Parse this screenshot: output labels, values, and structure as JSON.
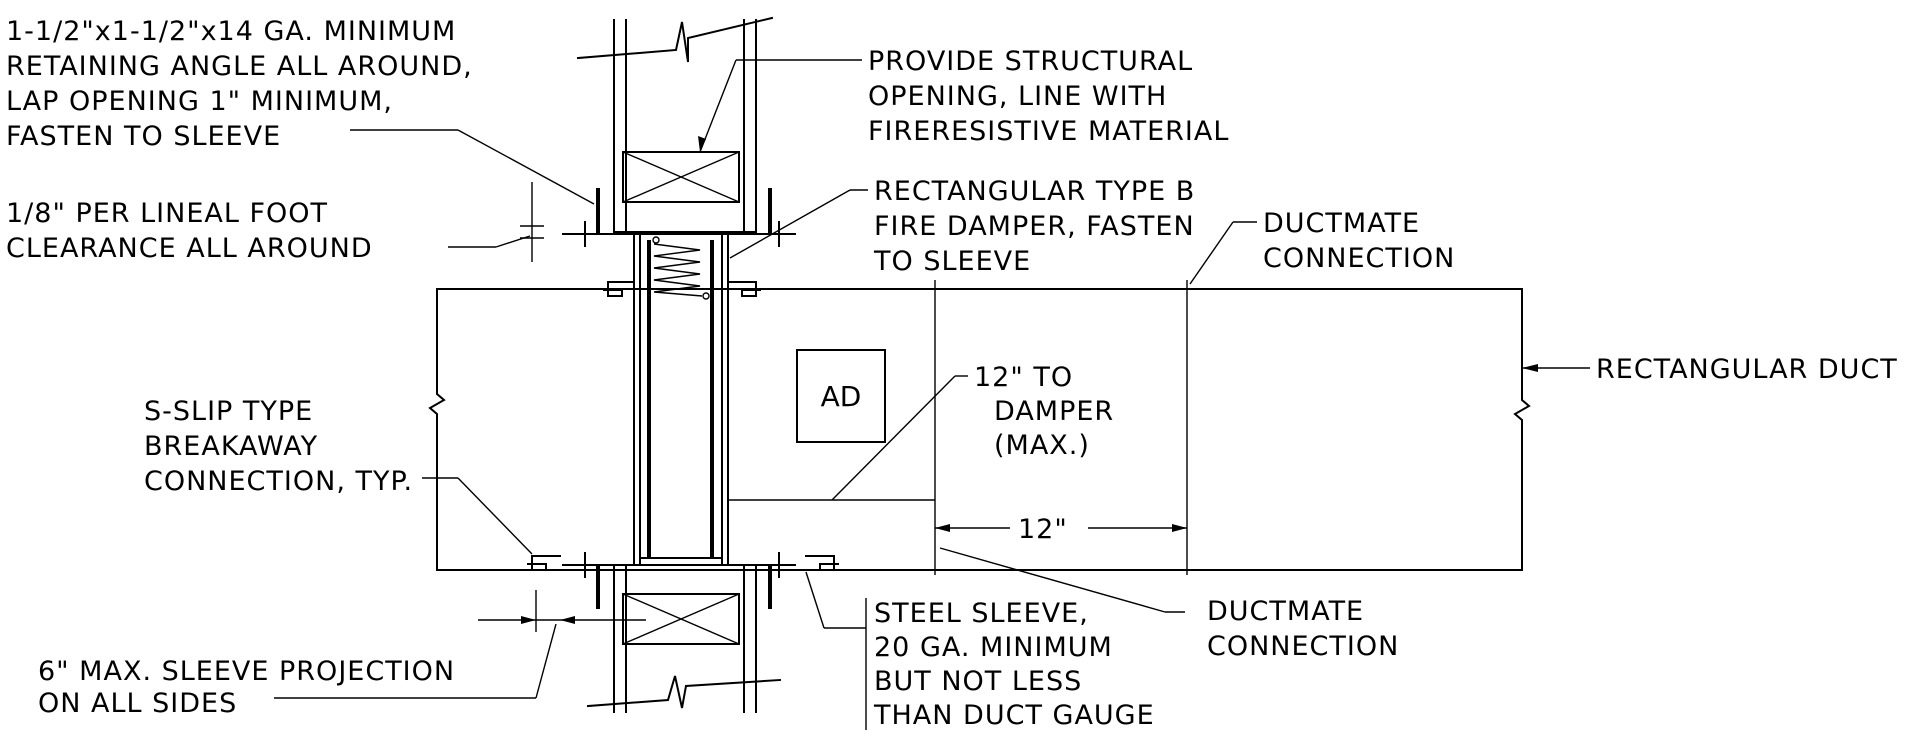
{
  "labels": {
    "retaining_angle": [
      "1-1/2\"x1-1/2\"x14 GA. MINIMUM",
      "RETAINING ANGLE ALL AROUND,",
      "LAP OPENING 1\" MINIMUM,",
      "FASTEN TO SLEEVE"
    ],
    "clearance": [
      "1/8\" PER LINEAL FOOT",
      "CLEARANCE ALL AROUND"
    ],
    "structural_opening": [
      "PROVIDE STRUCTURAL",
      "OPENING, LINE WITH",
      "FIRERESISTIVE MATERIAL"
    ],
    "fire_damper": [
      "RECTANGULAR TYPE B",
      "FIRE DAMPER, FASTEN",
      "TO SLEEVE"
    ],
    "ductmate_top": [
      "DUCTMATE",
      "CONNECTION"
    ],
    "rectangular_duct": "RECTANGULAR DUCT",
    "access_door": "AD",
    "to_damper": [
      "12\" TO",
      "DAMPER",
      "(MAX.)"
    ],
    "s_slip": [
      "S-SLIP TYPE",
      "BREAKAWAY",
      "CONNECTION, TYP."
    ],
    "dim_12": "12\"",
    "ductmate_bottom": [
      "DUCTMATE",
      "CONNECTION"
    ],
    "steel_sleeve": [
      "STEEL SLEEVE,",
      "20 GA. MINIMUM",
      "BUT NOT LESS",
      "THAN DUCT GAUGE"
    ],
    "sleeve_projection": [
      "6\" MAX. SLEEVE PROJECTION",
      "ON ALL SIDES"
    ]
  }
}
